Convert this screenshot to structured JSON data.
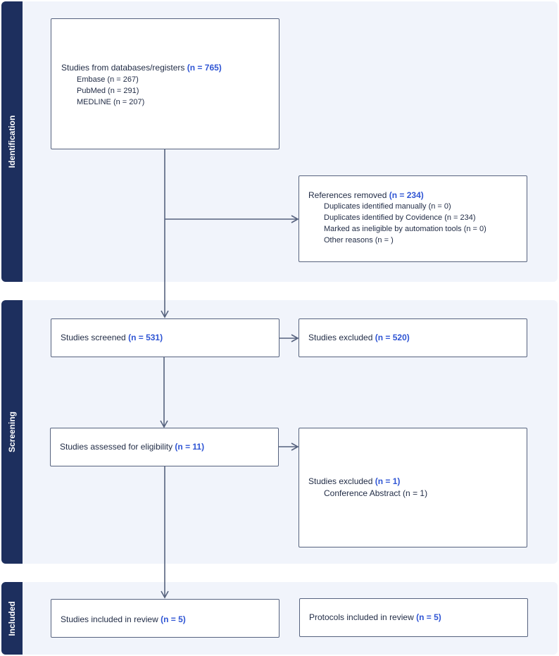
{
  "sections": {
    "identification": "Identification",
    "screening": "Screening",
    "included": "Included"
  },
  "boxes": {
    "databases": {
      "title": "Studies from databases/registers",
      "n": "(n = 765)",
      "items": [
        "Embase (n = 267)",
        "PubMed (n = 291)",
        "MEDLINE (n = 207)"
      ]
    },
    "removed": {
      "title": "References removed",
      "n": "(n = 234)",
      "items": [
        "Duplicates identified manually (n = 0)",
        "Duplicates identified by Covidence (n = 234)",
        "Marked as ineligible by automation tools (n = 0)",
        "Other reasons (n = )"
      ]
    },
    "screened": {
      "title": "Studies screened",
      "n": "(n = 531)"
    },
    "excluded_screen": {
      "title": "Studies excluded",
      "n": "(n = 520)"
    },
    "assessed": {
      "title": "Studies assessed for eligibility",
      "n": "(n = 11)"
    },
    "excluded_full": {
      "title": "Studies excluded",
      "n": "(n = 1)",
      "items": [
        "Conference Abstract (n = 1)"
      ]
    },
    "included_studies": {
      "title": "Studies included in review",
      "n": "(n = 5)"
    },
    "included_protocols": {
      "title": "Protocols included in review",
      "n": "(n = 5)"
    }
  },
  "colors": {
    "section_label_bg": "#1d2f5e",
    "section_bg": "#f1f4fb",
    "count_accent": "#2f55d4",
    "connector": "#56627e"
  }
}
